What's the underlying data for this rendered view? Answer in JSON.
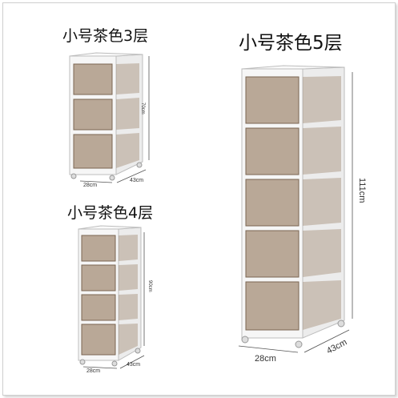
{
  "products": [
    {
      "name": "小号茶色3层",
      "tiers": 3,
      "dimensions": {
        "width": "28cm",
        "depth": "43cm",
        "height": "70cm"
      }
    },
    {
      "name": "小号茶色4层",
      "tiers": 4,
      "dimensions": {
        "width": "28cm",
        "depth": "43cm",
        "height": "90cm"
      }
    },
    {
      "name": "小号茶色5层",
      "tiers": 5,
      "dimensions": {
        "width": "28cm",
        "depth": "43cm",
        "height": "111cm"
      }
    }
  ],
  "colors": {
    "frame": "#f4f4f4",
    "frame_edge": "#bdbdbd",
    "drawer_tint": "#a48e77",
    "drawer_dark": "#7b6552",
    "dimension_line": "#555555"
  }
}
